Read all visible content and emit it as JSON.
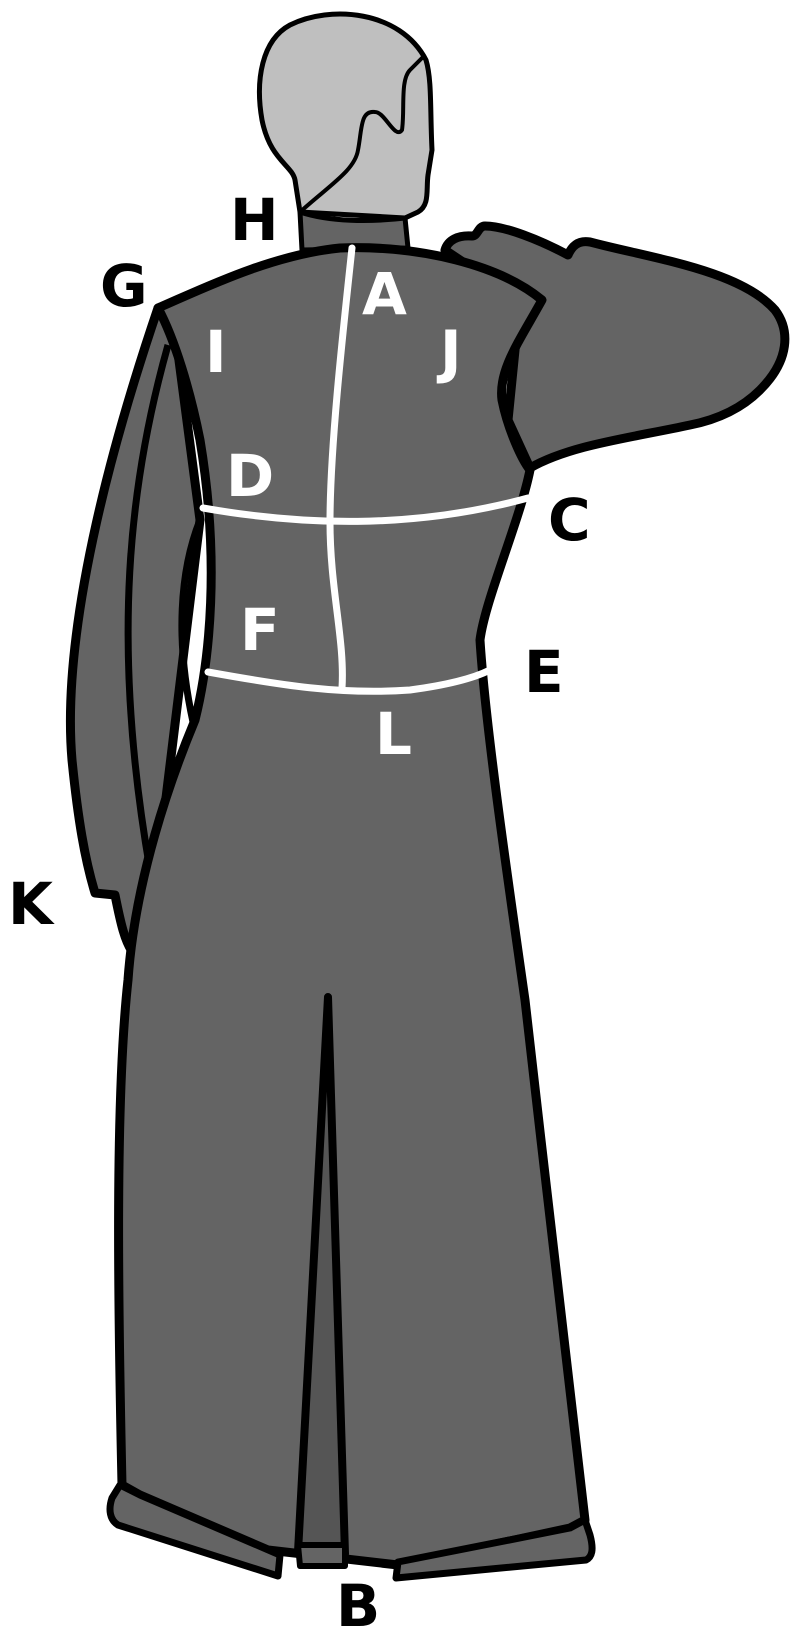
{
  "colors": {
    "garment": "#646464",
    "head": "#bfbfbf",
    "outline": "#000000",
    "measure_line": "#ffffff",
    "background": "#ffffff"
  },
  "labels": {
    "A": "A",
    "B": "B",
    "C": "C",
    "D": "D",
    "E": "E",
    "F": "F",
    "G": "G",
    "H": "H",
    "I": "I",
    "J": "J",
    "K": "K",
    "L": "L"
  }
}
